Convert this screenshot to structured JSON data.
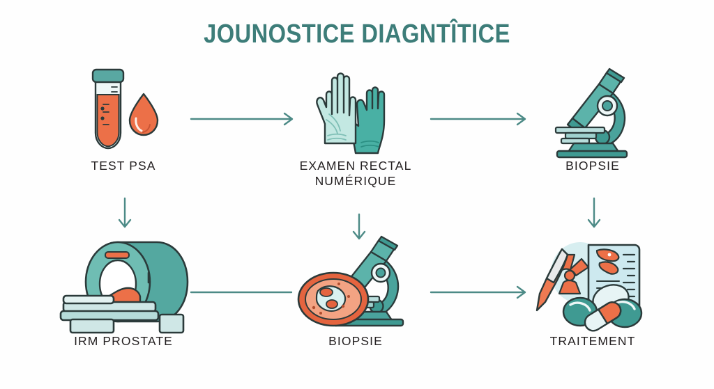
{
  "page": {
    "title": "JOUNOSTICE DIAGNTÎTICE",
    "background_color": "#fefefe"
  },
  "colors": {
    "title_teal": "#3d7d79",
    "arrow_teal": "#4c8a86",
    "icon_teal_dark": "#2f8a85",
    "icon_teal_mid": "#4aa39c",
    "icon_teal_light": "#a8ddd8",
    "icon_mint": "#c8e9e4",
    "icon_pale": "#d9eff0",
    "icon_orange": "#ec7048",
    "icon_orange_light": "#f08a60",
    "outline": "#2b3a3a",
    "label_text": "#231f20"
  },
  "steps": [
    {
      "id": "test-psa",
      "order": 1,
      "label": "TEST PSA",
      "label_lines": [
        "TEST PSA"
      ],
      "icon": "blood-test-tube-icon"
    },
    {
      "id": "examen-rectal-numerique",
      "order": 2,
      "label": "EXAMEN RECTAL NUMÉRIQUE",
      "label_lines": [
        "EXAMEN RECTAL",
        "NUMÉRIQUE"
      ],
      "icon": "medical-gloves-icon"
    },
    {
      "id": "biopsie-top",
      "order": 3,
      "label": "BIOPSIE",
      "label_lines": [
        "BIOPSIE"
      ],
      "icon": "microscope-icon"
    },
    {
      "id": "irm-prostate",
      "order": 4,
      "label": "IRM PROSTATE",
      "label_lines": [
        "IRM PROSTATE"
      ],
      "icon": "mri-scanner-icon"
    },
    {
      "id": "biopsie-bottom",
      "order": 5,
      "label": "BIOPSIE",
      "label_lines": [
        "BIOPSIE"
      ],
      "icon": "microscope-tissue-sample-icon"
    },
    {
      "id": "traitement",
      "order": 6,
      "label": "TRAITEMENT",
      "label_lines": [
        "TRAITEMENT"
      ],
      "icon": "treatment-scalpel-pills-radiation-icon"
    }
  ],
  "connectors": [
    {
      "id": "arrow-1",
      "from": "test-psa",
      "to": "examen-rectal-numerique",
      "direction": "right"
    },
    {
      "id": "arrow-2",
      "from": "examen-rectal-numerique",
      "to": "biopsie-top",
      "direction": "right"
    },
    {
      "id": "arrow-3",
      "from": "test-psa",
      "to": "irm-prostate",
      "direction": "down"
    },
    {
      "id": "arrow-4",
      "from": "examen-rectal-numerique",
      "to": "biopsie-bottom",
      "direction": "down"
    },
    {
      "id": "arrow-5",
      "from": "biopsie-top",
      "to": "traitement",
      "direction": "down"
    },
    {
      "id": "arrow-6",
      "from": "irm-prostate",
      "to": "biopsie-bottom",
      "direction": "right"
    },
    {
      "id": "arrow-7",
      "from": "biopsie-bottom",
      "to": "traitement",
      "direction": "right"
    }
  ]
}
